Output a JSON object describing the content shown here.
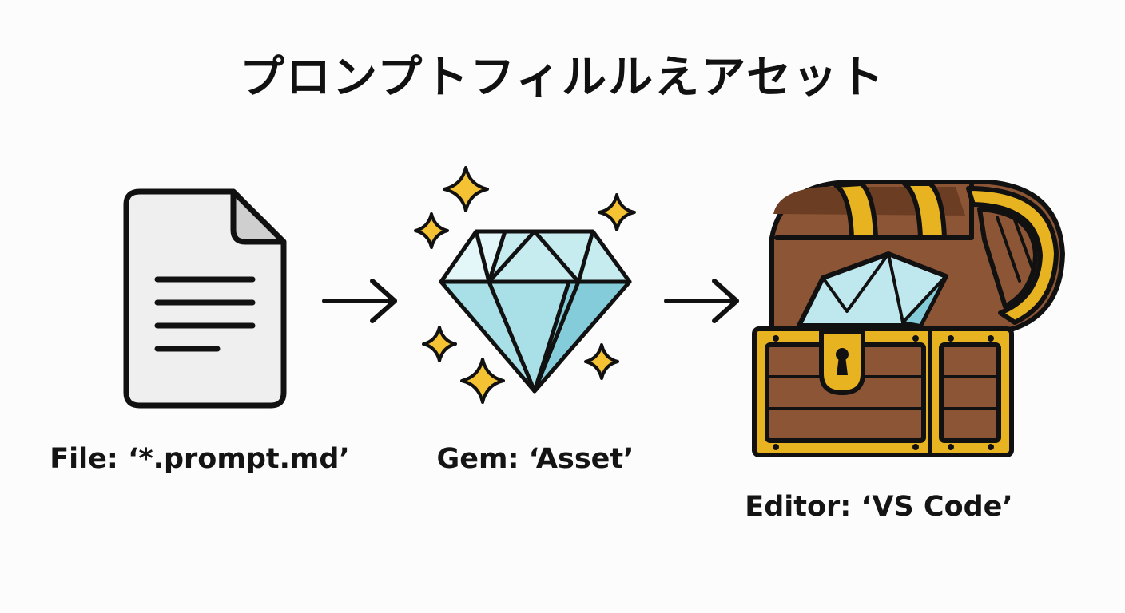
{
  "title": "プロンプトフィルルえアセット",
  "items": [
    {
      "label": "File: ‘*.prompt.md’",
      "icon": "document-icon"
    },
    {
      "label": "Gem: ‘Asset’",
      "icon": "diamond-icon"
    },
    {
      "label": "Editor: ‘VS Code’",
      "icon": "treasure-chest-icon"
    }
  ],
  "colors": {
    "outline": "#111111",
    "paper": "#efefef",
    "paper_fold": "#cfcfcf",
    "gem_light": "#d8f3f5",
    "gem_mid": "#a9dfe6",
    "gem_dark": "#7cc7d6",
    "sparkle": "#f5c233",
    "gold": "#e8b321",
    "wood": "#8c5636",
    "wood_dark": "#6b3e24"
  }
}
